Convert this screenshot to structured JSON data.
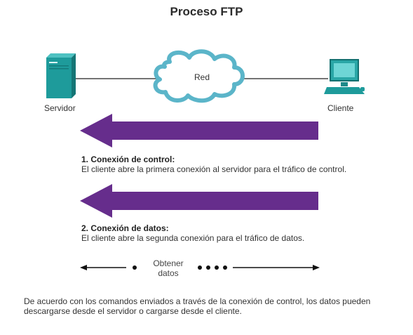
{
  "title": "Proceso FTP",
  "labels": {
    "server": "Servidor",
    "client": "Cliente",
    "network": "Red"
  },
  "steps": [
    {
      "title": "1. Conexión de control:",
      "text": "El cliente abre la primera conexión al servidor para el tráfico de control."
    },
    {
      "title": "2. Conexión de datos:",
      "text": "El cliente abre la segunda conexión para el tráfico de datos."
    }
  ],
  "get_data": {
    "line1": "Obtener",
    "line2": "datos"
  },
  "footer": "De acuerdo con los comandos enviados a través de la conexión de control, los datos pueden descargarse desde el servidor o cargarse desde el cliente.",
  "colors": {
    "arrow": "#662d8c",
    "device": "#1e9b9b",
    "cloud_stroke": "#5bb5c9"
  },
  "icons": [
    "server-icon",
    "cloud-icon",
    "computer-icon"
  ]
}
